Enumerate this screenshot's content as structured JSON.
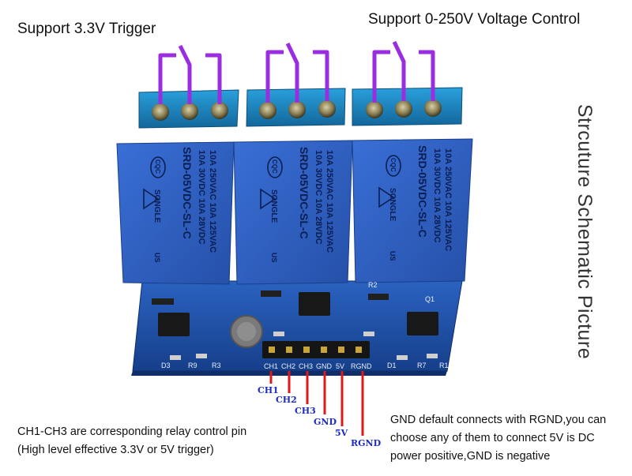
{
  "captions": {
    "trigger": "Support 3.3V Trigger",
    "voltage": "Support 0-250V Voltage Control",
    "side_title": "Strcuture Schematic Picture"
  },
  "notes": {
    "left_line1": "CH1-CH3 are corresponding relay control pin",
    "left_line2": "(High level effective 3.3V or 5V trigger)",
    "right_line1": "GND default connects with RGND,you can",
    "right_line2": "choose any of them to connect  5V is DC",
    "right_line3": "power positive,GND is negative"
  },
  "pin_labels": [
    "CH1",
    "CH2",
    "CH3",
    "GND",
    "5V",
    "RGND"
  ],
  "header_silkscreen": [
    "CH1",
    "CH2",
    "CH3",
    "GND",
    "5V",
    "RGND"
  ],
  "relay": {
    "line1": "10A 250VAC  10A 125VAC",
    "line2": "10A 30VDC   10A 28VDC",
    "model": "SRD-05VDC-SL-C",
    "brand": "SONGLE",
    "cqc": "CQC",
    "us": "US"
  },
  "pcb_labels": {
    "d3": "D3",
    "r9": "R9",
    "r3": "R3",
    "r2": "R2",
    "d1": "D1",
    "r7": "R7",
    "r1": "R1",
    "q1": "Q1"
  },
  "colors": {
    "relay_blue": "#2e5fc4",
    "terminal_blue": "#1b86c4",
    "pcb_blue": "#1a4fa8",
    "purple_wire": "#9b2de0",
    "red_wire": "#e0181a",
    "pin_label_blue": "#1d2bbf"
  }
}
